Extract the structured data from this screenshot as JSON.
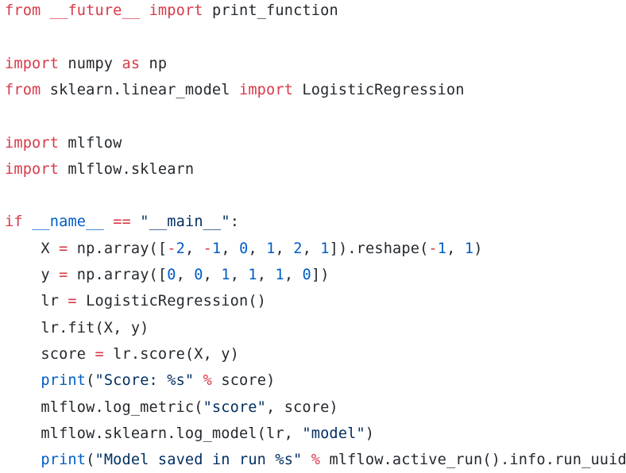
{
  "colors": {
    "background": "#ffffff",
    "keyword": "#d73a49",
    "string": "#032f62",
    "number": "#005cc5",
    "builtin": "#005cc5",
    "text": "#24292e"
  },
  "code": {
    "language": "python",
    "lines": [
      [
        {
          "t": "kw",
          "v": "from"
        },
        {
          "t": "plain",
          "v": " "
        },
        {
          "t": "kw",
          "v": "__future__"
        },
        {
          "t": "plain",
          "v": " "
        },
        {
          "t": "kw",
          "v": "import"
        },
        {
          "t": "plain",
          "v": " print_function"
        }
      ],
      [],
      [
        {
          "t": "kw",
          "v": "import"
        },
        {
          "t": "plain",
          "v": " numpy "
        },
        {
          "t": "kw",
          "v": "as"
        },
        {
          "t": "plain",
          "v": " np"
        }
      ],
      [
        {
          "t": "kw",
          "v": "from"
        },
        {
          "t": "plain",
          "v": " sklearn.linear_model "
        },
        {
          "t": "kw",
          "v": "import"
        },
        {
          "t": "plain",
          "v": " LogisticRegression"
        }
      ],
      [],
      [
        {
          "t": "kw",
          "v": "import"
        },
        {
          "t": "plain",
          "v": " mlflow"
        }
      ],
      [
        {
          "t": "kw",
          "v": "import"
        },
        {
          "t": "plain",
          "v": " mlflow.sklearn"
        }
      ],
      [],
      [
        {
          "t": "kw",
          "v": "if"
        },
        {
          "t": "plain",
          "v": " "
        },
        {
          "t": "builtin",
          "v": "__name__"
        },
        {
          "t": "plain",
          "v": " "
        },
        {
          "t": "kw",
          "v": "=="
        },
        {
          "t": "plain",
          "v": " "
        },
        {
          "t": "str",
          "v": "\"__main__\""
        },
        {
          "t": "plain",
          "v": ":"
        }
      ],
      [
        {
          "t": "plain",
          "v": "    X "
        },
        {
          "t": "kw",
          "v": "="
        },
        {
          "t": "plain",
          "v": " np.array(["
        },
        {
          "t": "kw",
          "v": "-"
        },
        {
          "t": "num",
          "v": "2"
        },
        {
          "t": "plain",
          "v": ", "
        },
        {
          "t": "kw",
          "v": "-"
        },
        {
          "t": "num",
          "v": "1"
        },
        {
          "t": "plain",
          "v": ", "
        },
        {
          "t": "num",
          "v": "0"
        },
        {
          "t": "plain",
          "v": ", "
        },
        {
          "t": "num",
          "v": "1"
        },
        {
          "t": "plain",
          "v": ", "
        },
        {
          "t": "num",
          "v": "2"
        },
        {
          "t": "plain",
          "v": ", "
        },
        {
          "t": "num",
          "v": "1"
        },
        {
          "t": "plain",
          "v": "]).reshape("
        },
        {
          "t": "kw",
          "v": "-"
        },
        {
          "t": "num",
          "v": "1"
        },
        {
          "t": "plain",
          "v": ", "
        },
        {
          "t": "num",
          "v": "1"
        },
        {
          "t": "plain",
          "v": ")"
        }
      ],
      [
        {
          "t": "plain",
          "v": "    y "
        },
        {
          "t": "kw",
          "v": "="
        },
        {
          "t": "plain",
          "v": " np.array(["
        },
        {
          "t": "num",
          "v": "0"
        },
        {
          "t": "plain",
          "v": ", "
        },
        {
          "t": "num",
          "v": "0"
        },
        {
          "t": "plain",
          "v": ", "
        },
        {
          "t": "num",
          "v": "1"
        },
        {
          "t": "plain",
          "v": ", "
        },
        {
          "t": "num",
          "v": "1"
        },
        {
          "t": "plain",
          "v": ", "
        },
        {
          "t": "num",
          "v": "1"
        },
        {
          "t": "plain",
          "v": ", "
        },
        {
          "t": "num",
          "v": "0"
        },
        {
          "t": "plain",
          "v": "])"
        }
      ],
      [
        {
          "t": "plain",
          "v": "    lr "
        },
        {
          "t": "kw",
          "v": "="
        },
        {
          "t": "plain",
          "v": " LogisticRegression()"
        }
      ],
      [
        {
          "t": "plain",
          "v": "    lr.fit(X, y)"
        }
      ],
      [
        {
          "t": "plain",
          "v": "    score "
        },
        {
          "t": "kw",
          "v": "="
        },
        {
          "t": "plain",
          "v": " lr.score(X, y)"
        }
      ],
      [
        {
          "t": "plain",
          "v": "    "
        },
        {
          "t": "builtin",
          "v": "print"
        },
        {
          "t": "plain",
          "v": "("
        },
        {
          "t": "str",
          "v": "\"Score: %s\""
        },
        {
          "t": "plain",
          "v": " "
        },
        {
          "t": "kw",
          "v": "%"
        },
        {
          "t": "plain",
          "v": " score)"
        }
      ],
      [
        {
          "t": "plain",
          "v": "    mlflow.log_metric("
        },
        {
          "t": "str",
          "v": "\"score\""
        },
        {
          "t": "plain",
          "v": ", score)"
        }
      ],
      [
        {
          "t": "plain",
          "v": "    mlflow.sklearn.log_model(lr, "
        },
        {
          "t": "str",
          "v": "\"model\""
        },
        {
          "t": "plain",
          "v": ")"
        }
      ],
      [
        {
          "t": "plain",
          "v": "    "
        },
        {
          "t": "builtin",
          "v": "print"
        },
        {
          "t": "plain",
          "v": "("
        },
        {
          "t": "str",
          "v": "\"Model saved in run %s\""
        },
        {
          "t": "plain",
          "v": " "
        },
        {
          "t": "kw",
          "v": "%"
        },
        {
          "t": "plain",
          "v": " mlflow.active_run().info.run_uuid)"
        }
      ]
    ]
  }
}
